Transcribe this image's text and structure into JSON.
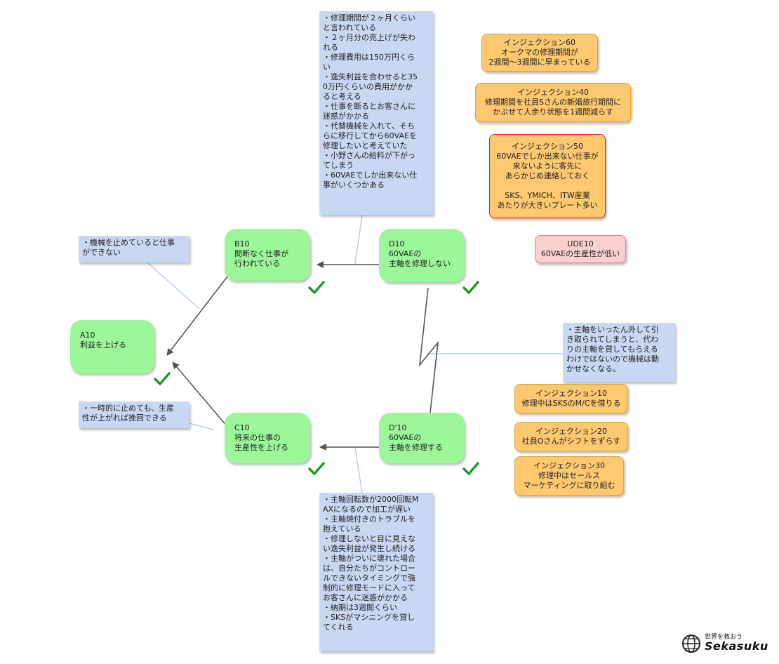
{
  "nodes": {
    "a10": {
      "id": "A10",
      "text": "利益を上げる"
    },
    "b10": {
      "id": "B10",
      "line1": "間断なく仕事が",
      "line2": "行われている"
    },
    "c10": {
      "id": "C10",
      "line1": "将来の仕事の",
      "line2": "生産性を上げる"
    },
    "d10": {
      "id": "D10",
      "line1": "60VAEの",
      "line2": "主軸を修理しない"
    },
    "d10p": {
      "id": "D'10",
      "line1": "60VAEの",
      "line2": "主軸を修理する"
    }
  },
  "notes": {
    "top": [
      "・修理期間が２ヶ月くらい",
      "と言われている",
      "・２ヶ月分の売上げが失わ",
      "れる",
      "・修理費用は150万円くら",
      "い",
      "・逸失利益を合わせると35",
      "0万円くらいの費用がかか",
      "ると考える",
      "・仕事を断るとお客さんに",
      "迷惑がかかる",
      "・代替機械を入れて、そち",
      "らに移行してから60VAEを",
      "修理したいと考えていた",
      "・小野さんの給料が下がっ",
      "てしまう",
      "・60VAEでしか出来ない仕",
      "事がいくつかある"
    ],
    "b_left": [
      "・機械を止めていると仕事",
      "ができない"
    ],
    "c_left": [
      "・一時的に止めても、生産",
      "性が上がれば挽回できる"
    ],
    "conflict": [
      "・主軸をいったん外して引",
      "き取られてしまうと、代わ",
      "りの主軸を貸してもらえる",
      "わけではないので機械は動",
      "かせなくなる。"
    ],
    "bottom": [
      "・主軸回転数が2000回転M",
      "AXになるので加工が遅い",
      "・主軸焼付きのトラブルを",
      "抱えている",
      "・修理しないと目に見えな",
      "い逸失利益が発生し続ける",
      "・主軸がついに壊れた場合",
      "は、自分たちがコントロー",
      "ルできないタイミングで強",
      "制的に修理モードに入って",
      "お客さんに迷惑がかかる",
      "・納期は3週間くらい",
      "・SKSがマシニングを貸し",
      "てくれる"
    ]
  },
  "injections": {
    "inj60": [
      "インジェクション60",
      "オークマの修理期間が",
      "2週間～3週間に早まっている"
    ],
    "inj40": [
      "インジェクション40",
      "修理期間を社員Sさんの新婚旅行期間に",
      "かぶせて人余り状態を1週間減らす"
    ],
    "inj50": {
      "lines_a": [
        "インジェクション50",
        "60VAEでしか出来ない仕事が",
        "来ないように客先に",
        "あらかじめ連絡しておく"
      ],
      "lines_b": [
        "SKS、YMICH、ITW産業",
        "あたりが大きいプレート多い"
      ]
    },
    "inj10": [
      "インジェクション10",
      "修理中はSKSのM/Cを借りる"
    ],
    "inj20": [
      "インジェクション20",
      "社員Oさんがシフトをずらす"
    ],
    "inj30": [
      "インジェクション30",
      "修理中はセールス",
      "マーケティングに取り組む"
    ]
  },
  "ude": {
    "id": "UDE10",
    "text": "60VAEの生産性が低い"
  },
  "logo": {
    "tagline": "世界を救おう",
    "name": "Sekasuku"
  },
  "colors": {
    "node_green": "#9cf79a",
    "note_blue": "#c9d8f2",
    "injection_orange": "#fdc870",
    "ude_pink": "#fbcfd0",
    "check_green": "#1e9c2a"
  }
}
